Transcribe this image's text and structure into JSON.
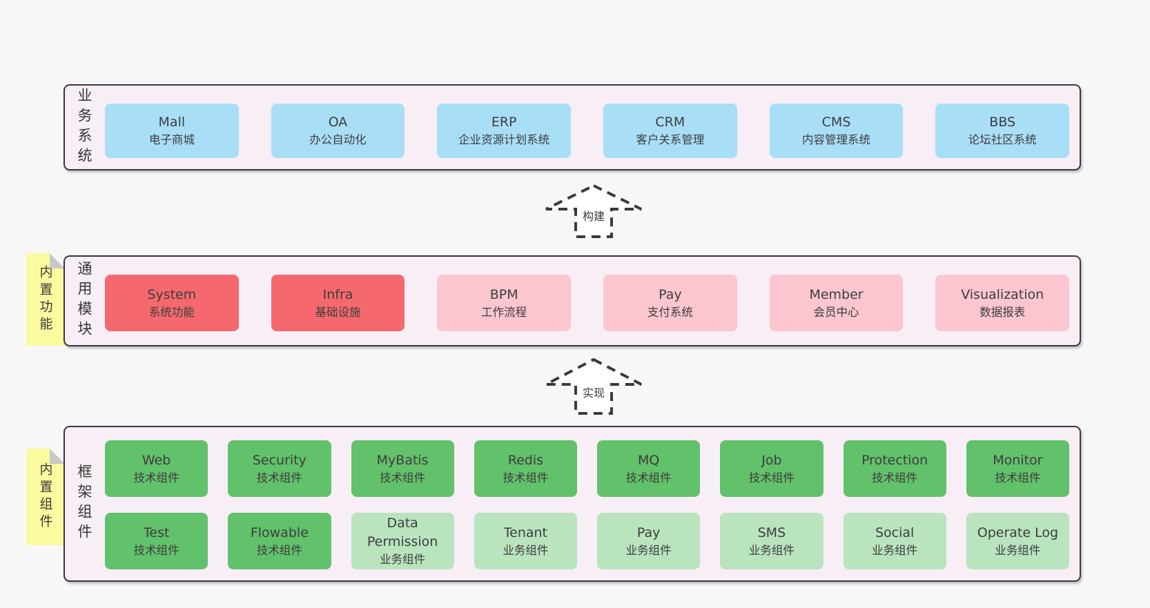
{
  "colors": {
    "page_bg": "#f7f7f7",
    "panel_bg": "#f8eef6",
    "panel_border": "#3a363c",
    "blue": "#a9def7",
    "red": "#f5696e",
    "pink": "#fbc6d0",
    "green_dark": "#62c16b",
    "green_light": "#b9e4be",
    "sticky_yellow": "#fbfa9e",
    "fold_gray": "#c8c8c8",
    "text": "#3d3d3d"
  },
  "arrows": {
    "build": "构建",
    "implement": "实现"
  },
  "sections": {
    "business": {
      "label": "业务系统",
      "boxes": [
        {
          "en": "Mall",
          "zh": "电子商城",
          "variant": "blue"
        },
        {
          "en": "OA",
          "zh": "办公自动化",
          "variant": "blue"
        },
        {
          "en": "ERP",
          "zh": "企业资源计划系统",
          "variant": "blue"
        },
        {
          "en": "CRM",
          "zh": "客户关系管理",
          "variant": "blue"
        },
        {
          "en": "CMS",
          "zh": "内容管理系统",
          "variant": "blue"
        },
        {
          "en": "BBS",
          "zh": "论坛社区系统",
          "variant": "blue"
        }
      ]
    },
    "modules": {
      "label": "通用模块",
      "sticky": "内置功能",
      "boxes": [
        {
          "en": "System",
          "zh": "系统功能",
          "variant": "red"
        },
        {
          "en": "Infra",
          "zh": "基础设施",
          "variant": "red"
        },
        {
          "en": "BPM",
          "zh": "工作流程",
          "variant": "pink"
        },
        {
          "en": "Pay",
          "zh": "支付系统",
          "variant": "pink"
        },
        {
          "en": "Member",
          "zh": "会员中心",
          "variant": "pink"
        },
        {
          "en": "Visualization",
          "zh": "数据报表",
          "variant": "pink"
        }
      ]
    },
    "framework": {
      "label": "框架组件",
      "sticky": "内置组件",
      "row1": [
        {
          "en": "Web",
          "zh": "技术组件",
          "variant": "green-dark"
        },
        {
          "en": "Security",
          "zh": "技术组件",
          "variant": "green-dark"
        },
        {
          "en": "MyBatis",
          "zh": "技术组件",
          "variant": "green-dark"
        },
        {
          "en": "Redis",
          "zh": "技术组件",
          "variant": "green-dark"
        },
        {
          "en": "MQ",
          "zh": "技术组件",
          "variant": "green-dark"
        },
        {
          "en": "Job",
          "zh": "技术组件",
          "variant": "green-dark"
        },
        {
          "en": "Protection",
          "zh": "技术组件",
          "variant": "green-dark"
        },
        {
          "en": "Monitor",
          "zh": "技术组件",
          "variant": "green-dark"
        }
      ],
      "row2": [
        {
          "en": "Test",
          "zh": "技术组件",
          "variant": "green-dark"
        },
        {
          "en": "Flowable",
          "zh": "技术组件",
          "variant": "green-dark"
        },
        {
          "en": "Data Permission",
          "zh": "业务组件",
          "variant": "green-light"
        },
        {
          "en": "Tenant",
          "zh": "业务组件",
          "variant": "green-light"
        },
        {
          "en": "Pay",
          "zh": "业务组件",
          "variant": "green-light"
        },
        {
          "en": "SMS",
          "zh": "业务组件",
          "variant": "green-light"
        },
        {
          "en": "Social",
          "zh": "业务组件",
          "variant": "green-light"
        },
        {
          "en": "Operate Log",
          "zh": "业务组件",
          "variant": "green-light"
        }
      ]
    }
  }
}
